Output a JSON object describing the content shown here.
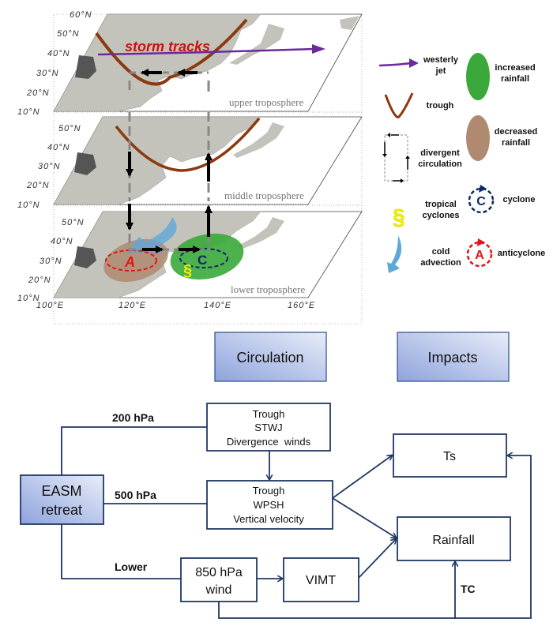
{
  "schematic": {
    "layers": [
      {
        "label": "upper troposphere"
      },
      {
        "label": "middle troposphere"
      },
      {
        "label": "lower troposphere"
      }
    ],
    "lat_ticks": [
      "60°N",
      "50°N",
      "40°N",
      "30°N",
      "20°N",
      "10°N"
    ],
    "lon_ticks": [
      "100°E",
      "120°E",
      "140°E",
      "160°E"
    ],
    "storm_tracks_label": "storm tracks",
    "anticyclone_letter": "A",
    "cyclone_letter": "C",
    "colors": {
      "land": "#c3c3bb",
      "trough": "#8b3a0f",
      "jet": "#6a2a9a",
      "storm_tracks": "#cc1111",
      "increased_rainfall": "#3aa83a",
      "decreased_rainfall": "#b08a70",
      "cold_advection": "#5fa8d8",
      "cyclone": "#0d2a66",
      "anticyclone": "#e01515",
      "tropical_cyclone": "#f0f000"
    }
  },
  "legend": {
    "items": [
      {
        "icon": "westerly-jet-arrow",
        "label_lines": [
          "westerly",
          "jet"
        ]
      },
      {
        "icon": "trough-curve",
        "label_lines": [
          "trough"
        ]
      },
      {
        "icon": "divergent-circulation",
        "label_lines": [
          "divergent",
          "circulation"
        ]
      },
      {
        "icon": "tropical-cyclone-symbol",
        "label_lines": [
          "tropical",
          "cyclones"
        ]
      },
      {
        "icon": "cold-advection-arrow",
        "label_lines": [
          "cold",
          "advection"
        ]
      },
      {
        "icon": "green-ellipse",
        "label_lines": [
          "increased",
          "rainfall"
        ]
      },
      {
        "icon": "brown-ellipse",
        "label_lines": [
          "decreased",
          "rainfall"
        ]
      },
      {
        "icon": "cyclone-circle",
        "label_lines": [
          "cyclone"
        ]
      },
      {
        "icon": "anticyclone-circle",
        "label_lines": [
          "anticyclone"
        ]
      }
    ]
  },
  "flowchart": {
    "headers": {
      "circulation": "Circulation",
      "impacts": "Impacts"
    },
    "source": {
      "lines": [
        "EASM",
        "retreat"
      ]
    },
    "edge_labels": {
      "upper": "200 hPa",
      "middle": "500 hPa",
      "lower": "Lower",
      "tc": "TC"
    },
    "boxes": {
      "upper": {
        "lines": [
          "Trough",
          "STWJ",
          "Divergence  winds"
        ]
      },
      "middle": {
        "lines": [
          "Trough",
          "WPSH",
          "Vertical velocity"
        ]
      },
      "wind850": {
        "lines": [
          "850 hPa",
          "wind"
        ]
      },
      "vimt": {
        "lines": [
          "VIMT"
        ]
      },
      "ts": {
        "lines": [
          "Ts"
        ]
      },
      "rainfall": {
        "lines": [
          "Rainfall"
        ]
      }
    },
    "colors": {
      "line": "#1f3864",
      "header_fill_top": "#dfe6f7",
      "header_fill_bottom": "#8fa4dc"
    }
  }
}
